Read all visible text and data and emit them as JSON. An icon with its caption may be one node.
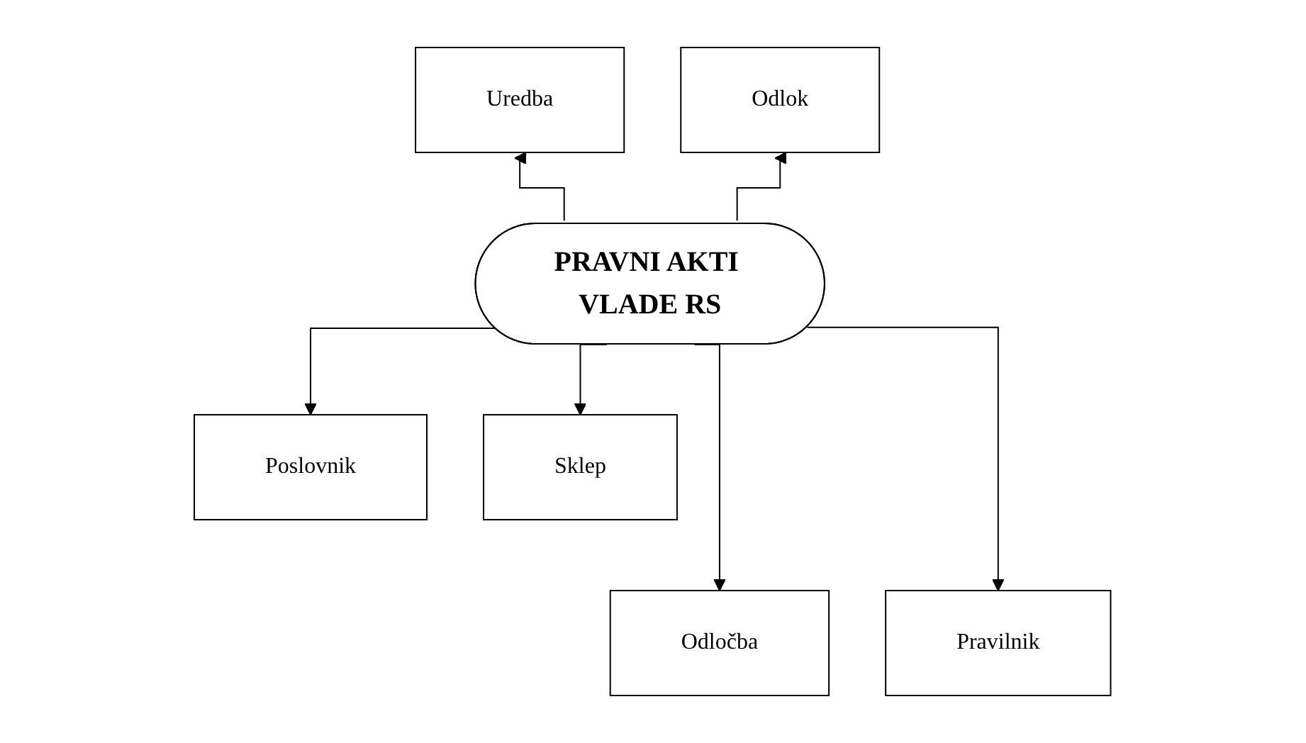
{
  "diagram": {
    "nodes": [
      {
        "text": [
          "Uredba"
        ]
      },
      {
        "text": [
          "Odlok"
        ]
      },
      {
        "text": [
          "PRAVNI AKTI VLADE RS"
        ]
      },
      {
        "text": [
          "Poslovnik"
        ]
      },
      {
        "text": [
          "Sklep"
        ]
      },
      {
        "text": [
          "Odločba"
        ]
      },
      {
        "text": [
          "Pravilnik"
        ]
      }
    ],
    "edges": [
      {
        "from": 2,
        "to": 0,
        "arrow": "to"
      },
      {
        "from": 2,
        "to": 1,
        "arrow": "to"
      },
      {
        "from": 2,
        "to": 3,
        "arrow": "to"
      },
      {
        "from": 2,
        "to": 5,
        "arrow": "to"
      },
      {
        "from": 2,
        "to": 6,
        "arrow": "to"
      },
      {
        "from": 2,
        "to": 4,
        "arrow": "to"
      }
    ]
  }
}
